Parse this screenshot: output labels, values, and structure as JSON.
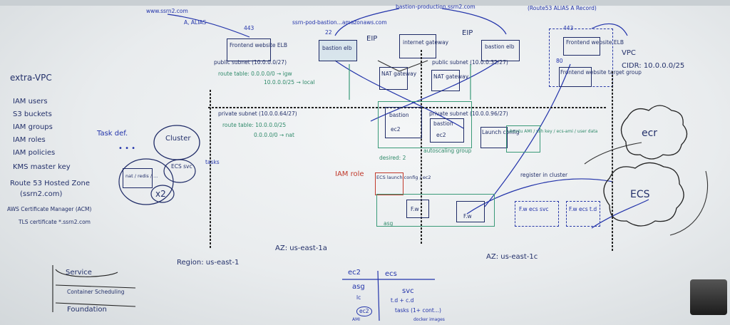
{
  "board": {
    "top_labels": {
      "website": "www.ssrn2.com",
      "a_alias": "A, ALIAS",
      "port": "443",
      "bastion_dns": "bastion-production.ssrn2.com",
      "route53": "(Route53 ALIAS A Record)",
      "pod_bastion": "ssrn-pod-bastion...amazonaws.com",
      "eip_1": "EIP",
      "eip_2": "EIP",
      "port_22": "22",
      "port_443_right": "443",
      "port_80": "80"
    },
    "left_list": {
      "title": "extra-VPC",
      "items": [
        "IAM users",
        "S3 buckets",
        "IAM groups",
        "IAM roles",
        "IAM policies",
        "KMS master key",
        "Route 53 Hosted Zone",
        "(ssrn2.com)",
        "AWS Certificate Manager (ACM)",
        "TLS certificate *.ssrn2.com"
      ]
    },
    "public_subnet_left": {
      "label": "public subnet (10.0.0.0/27)",
      "route_table_1": "route table: 0.0.0.0/0 → igw",
      "route_table_2": "10.0.0.0/25 → local",
      "frontend_elb": "Frontend website ELB",
      "bastion_elb": "bastion elb",
      "nat_gateway": "NAT gateway"
    },
    "internet_gateway": "internet gateway",
    "public_subnet_right": {
      "label": "public subnet (10.0.0.32/27)",
      "nat_gateway": "NAT gateway",
      "bastion_elb": "bastion elb"
    },
    "vpc": {
      "label": "VPC",
      "cidr": "CIDR: 10.0.0.0/25",
      "frontend_elb_right": "Frontend website ELB",
      "frontend_tg": "Frontend website target group"
    },
    "private_subnet_left": {
      "label": "private subnet (10.0.0.64/27)",
      "route_table_1": "route table: 10.0.0.0/25",
      "route_table_2": "0.0.0.0/0 → nat",
      "bastion": "bastion",
      "ec2": "ec2"
    },
    "private_subnet_right": {
      "label": "private subnet (10.0.0.96/27)",
      "bastion": "bastion",
      "ec2": "ec2",
      "launch_config": "Launch config",
      "launch_notes": "ubuntu AMI / ssh key / ecs-ami / user data"
    },
    "autoscaling": "autoscaling group",
    "desired": "desired: 2",
    "cluster": {
      "task_def": "Task def.",
      "cluster_label": "Cluster",
      "ecs_svc": "ECS svc",
      "tasks": "tasks",
      "x2": "x2",
      "task_box": "nat / redis / ...",
      "dots": "• • •"
    },
    "iam_role": "IAM role",
    "ecs_launch": "ECS launch config / ec2",
    "asg": "asg",
    "fw_labels": [
      "F.w",
      "F.w"
    ],
    "register_cluster": "register in cluster",
    "fw_ecs_svc": "F.w ecs svc",
    "fw_ecs_td": "F.w ecs t.d",
    "ecr": "ecr",
    "ecs_cloud": "ECS",
    "az_1a": "AZ: us-east-1a",
    "az_1c": "AZ: us-east-1c",
    "region": "Region: us-east-1",
    "legend": {
      "items": [
        "Service",
        "Container Scheduling",
        "Foundation"
      ]
    },
    "bottom": {
      "ec2": "ec2",
      "ecs": "ecs",
      "asg": "asg",
      "lc": "lc",
      "svc": "svc",
      "td_cd": "t.d + c.d",
      "tasks": "tasks (1+ cont...)",
      "ec2_circle": "ec2",
      "ami": "AMI",
      "docker_images": "docker images"
    }
  }
}
